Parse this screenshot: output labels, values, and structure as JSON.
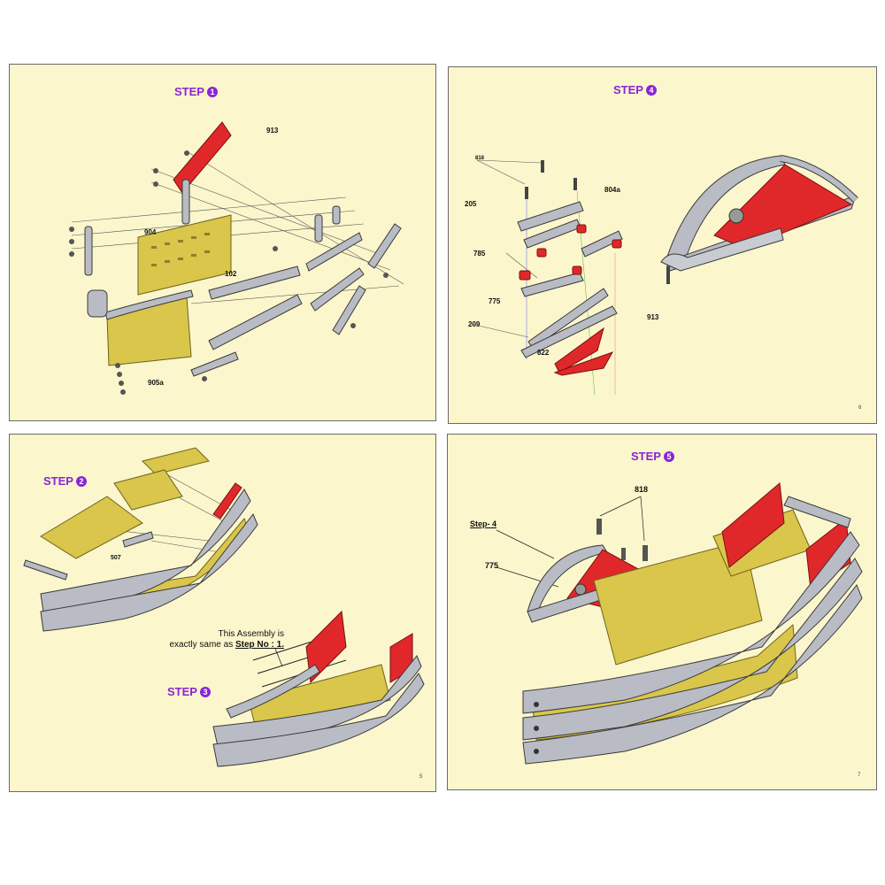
{
  "panels": {
    "step1": {
      "step_word": "STEP",
      "step_number": "1",
      "parts": {
        "p913": "913",
        "p904": "904",
        "p102": "102",
        "p905a": "905a"
      }
    },
    "step4": {
      "step_word": "STEP",
      "step_number": "4",
      "page": "6",
      "parts": {
        "p818": "818",
        "p205": "205",
        "p804a": "804a",
        "p785": "785",
        "p775": "775",
        "p209": "209",
        "p913": "913",
        "p822": "822"
      }
    },
    "step2": {
      "step_word": "STEP",
      "step_number": "2",
      "parts": {
        "p507": "507"
      }
    },
    "step3": {
      "step_word": "STEP",
      "step_number": "3",
      "page": "5",
      "note_line1": "This Assembly is",
      "note_line2": "exactly same as ",
      "note_ref": "Step No : 1."
    },
    "step5": {
      "step_word": "STEP",
      "step_number": "5",
      "page": "7",
      "parts": {
        "p818": "818",
        "step4_ref": "Step- 4",
        "p775": "775"
      }
    }
  },
  "colors": {
    "panel_bg": "#fbf6cc",
    "step_purple": "#8a25d6",
    "part_red": "#e0282a",
    "part_yellow": "#d9c64a",
    "part_silver": "#b9bcc4"
  }
}
